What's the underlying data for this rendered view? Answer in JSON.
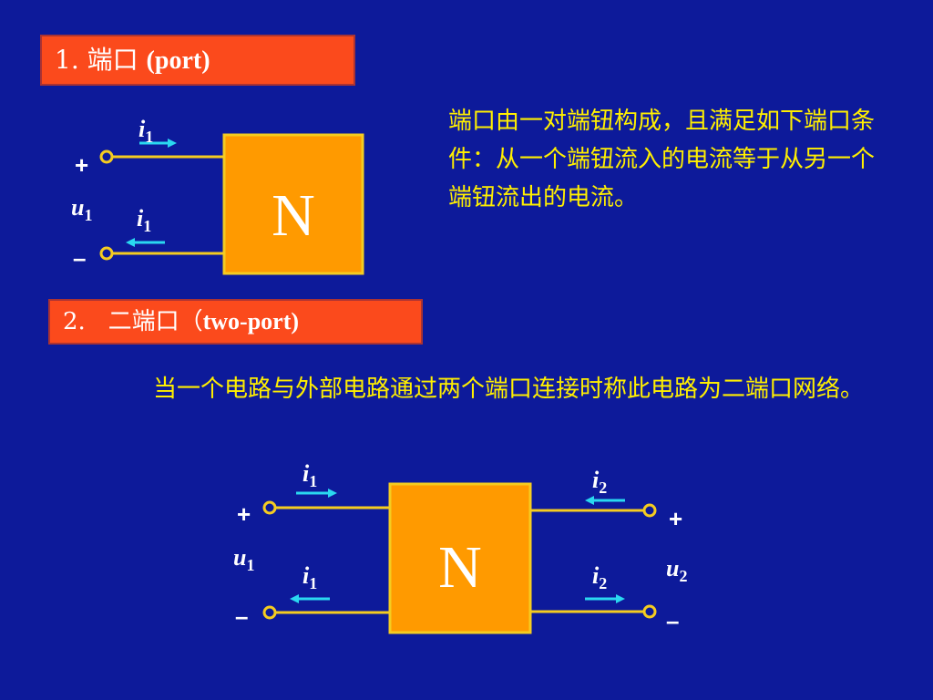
{
  "section1": {
    "number": "1.",
    "title_cn": "端口",
    "title_en": "(port)"
  },
  "section1_desc": "端口由一对端钮构成，且满足如下端口条件：从一个端钮流入的电流等于从另一个端钮流出的电流。",
  "section2": {
    "number": "2.",
    "title_cn": "二端口（",
    "title_en": "two-port)"
  },
  "section2_desc": "当一个电路与外部电路通过两个端口连接时称此电路为二端口网络。",
  "one_port": {
    "block_label": "N",
    "plus": "+",
    "minus": "–",
    "voltage": {
      "var": "u",
      "sub": "1"
    },
    "current_in": {
      "var": "i",
      "sub": "1"
    },
    "current_out": {
      "var": "i",
      "sub": "1"
    }
  },
  "two_port": {
    "block_label": "N",
    "left": {
      "plus": "+",
      "minus": "–",
      "voltage": {
        "var": "u",
        "sub": "1"
      },
      "current_in": {
        "var": "i",
        "sub": "1"
      },
      "current_out": {
        "var": "i",
        "sub": "1"
      }
    },
    "right": {
      "plus": "+",
      "minus": "–",
      "voltage": {
        "var": "u",
        "sub": "2"
      },
      "current_in": {
        "var": "i",
        "sub": "2"
      },
      "current_out": {
        "var": "i",
        "sub": "2"
      }
    }
  },
  "colors": {
    "background": "#0d1a9a",
    "heading_bg": "#fb4a1c",
    "text_yellow": "#ffef00",
    "block_fill": "#ff9a00",
    "block_border": "#f5cc20",
    "wire": "#f5cc20",
    "arrow": "#2ad8f0"
  }
}
